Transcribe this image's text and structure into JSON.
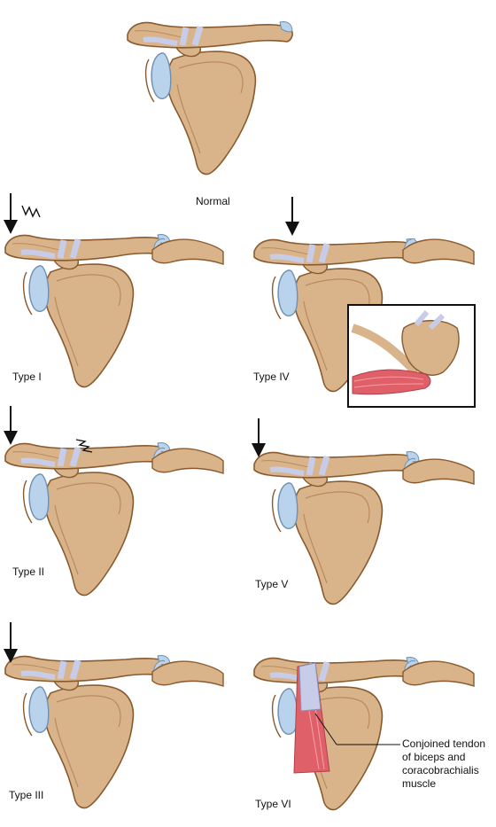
{
  "labels": {
    "normal": "Normal",
    "type1": "Type I",
    "type2": "Type II",
    "type3": "Type III",
    "type4": "Type IV",
    "type5": "Type V",
    "type6": "Type VI"
  },
  "annotation": {
    "line1": "Conjoined tendon",
    "line2": "of biceps and",
    "line3": "coracobrachialis",
    "line4": "muscle"
  },
  "colors": {
    "bone": "#d9b48a",
    "bone_outline": "#8a5a2e",
    "bone_shadow": "#b98a5c",
    "ligament": "#c7cde8",
    "cartilage": "#b9d3ec",
    "muscle": "#e0606a",
    "ink": "#111111"
  }
}
